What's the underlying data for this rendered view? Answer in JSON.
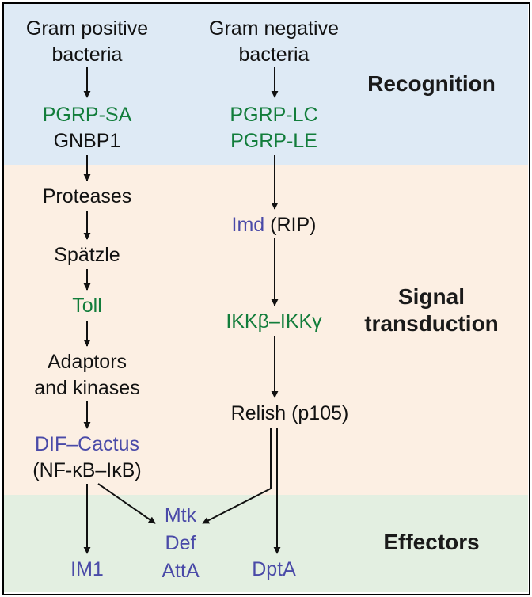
{
  "sections": {
    "recognition": "Recognition",
    "signal_line1": "Signal",
    "signal_line2": "transduction",
    "effectors": "Effectors"
  },
  "left_pathway": {
    "source_line1": "Gram positive",
    "source_line2": "bacteria",
    "receptor1": "PGRP-SA",
    "receptor2": "GNBP1",
    "step_proteases": "Proteases",
    "step_spatzle": "Spätzle",
    "step_toll": "Toll",
    "step_adaptors_line1": "Adaptors",
    "step_adaptors_line2": "and kinases",
    "tf_complex": "DIF–Cactus",
    "tf_complex_note": "(NF-κB–IκB)",
    "effector_im1": "IM1"
  },
  "right_pathway": {
    "source_line1": "Gram negative",
    "source_line2": "bacteria",
    "receptor1": "PGRP-LC",
    "receptor2": "PGRP-LE",
    "imd": "Imd",
    "imd_note": "(RIP)",
    "ikk": "IKKβ–IKKγ",
    "relish": "Relish (p105)",
    "effector_dpta": "DptA"
  },
  "shared_effectors": {
    "mtk": "Mtk",
    "def": "Def",
    "atta": "AttA"
  },
  "colors": {
    "recognition_band": "#deeaf5",
    "signal_band": "#fcefe3",
    "effectors_band": "#e3efe1",
    "receptor_green": "#127d3b",
    "effector_purple": "#4a4aa8"
  }
}
